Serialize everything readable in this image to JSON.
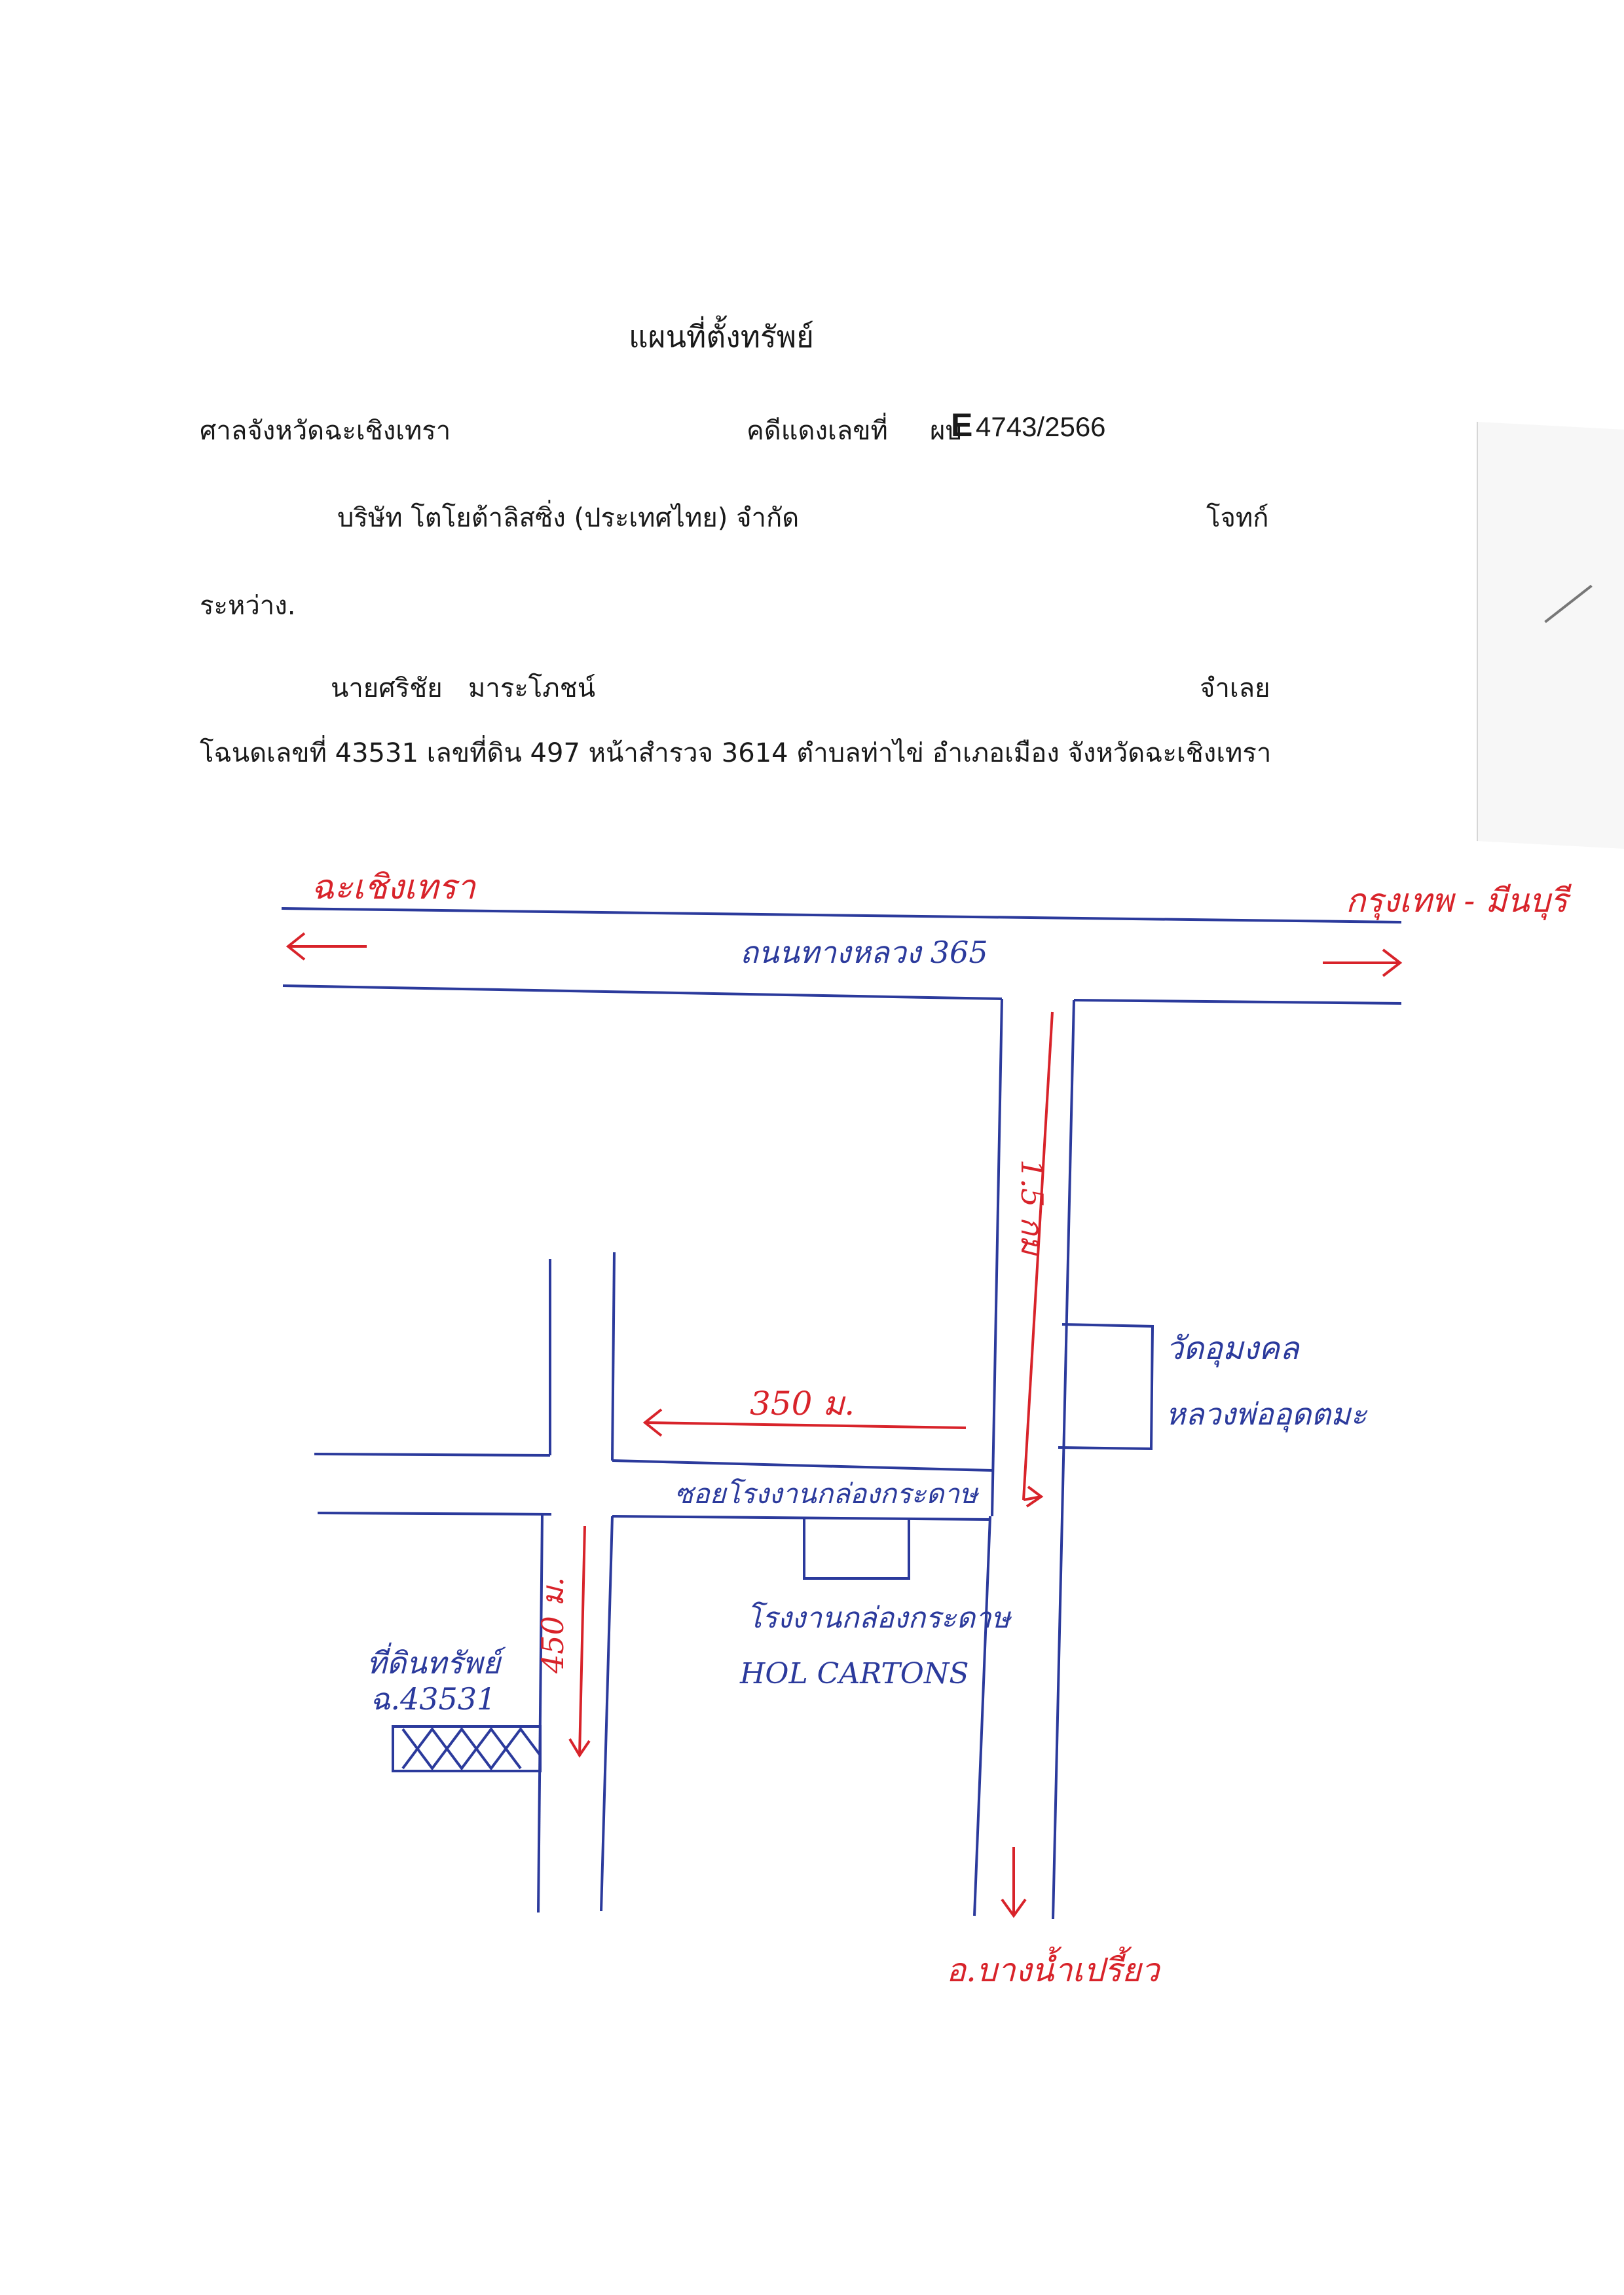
{
  "header": {
    "title": "แผนที่ตั้งทรัพย์",
    "court": "ศาลจังหวัดฉะเชิงเทรา",
    "case_label": "คดีแดงเลขที่",
    "case_prefix": "ผบ",
    "case_code": "E",
    "case_number": "4743/2566"
  },
  "parties": {
    "plaintiff_name": "บริษัท โตโยต้าลิสซิ่ง (ประเทศไทย) จำกัด",
    "plaintiff_role": "โจทก์",
    "between": "ระหว่าง.",
    "defendant_name": "นายศริชัย",
    "defendant_surname": "มาระโภชน์",
    "defendant_role": "จำเลย"
  },
  "deed": {
    "text": "โฉนดเลขที่ 43531  เลขที่ดิน 497 หน้าสำรวจ 3614  ตำบลท่าไข่  อำเภอเมือง  จังหวัดฉะเชิงเทรา"
  },
  "map": {
    "labels": {
      "west_destination": "ฉะเชิงเทรา",
      "east_destination": "กรุงเทพ - มีนบุรี",
      "main_road": "ถนนทางหลวง 365",
      "distance_1": "1.5 กม",
      "temple": "วัดอุมงคล",
      "temple_line2": "หลวงพ่ออุดตมะ",
      "distance_2": "350 ม.",
      "soi": "ซอยโรงงานกล่องกระดาษ",
      "factory": "โรงงานกล่องกระดาษ",
      "factory_en": "HOL CARTONS",
      "property": "ที่ดินทรัพย์",
      "property_deed": "ฉ.43531",
      "distance_3": "450 ม.",
      "south_destination": "อ.บางน้ำเปรี้ยว"
    },
    "colors": {
      "road": "#2b3a9c",
      "annotation": "#d8232a"
    }
  }
}
